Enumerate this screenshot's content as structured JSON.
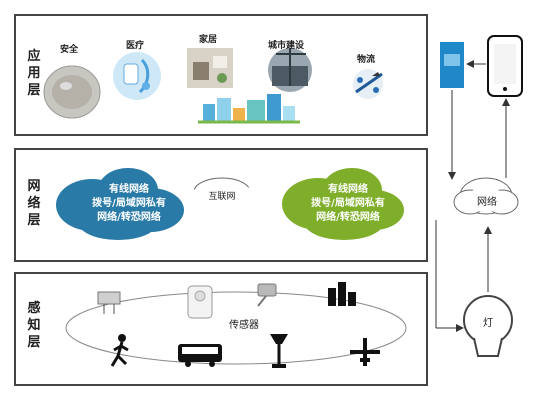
{
  "layers": {
    "application": {
      "label": "应用层",
      "items": [
        "安全",
        "医疗",
        "家居",
        "城市建设",
        "物流"
      ]
    },
    "network": {
      "label": "网络层",
      "left_cloud": [
        "有线网络",
        "拨号/局域网私有",
        "网络/转恐网络"
      ],
      "center_cloud": "互联网",
      "right_cloud": [
        "有线网络",
        "拨号/局域网私有",
        "网络/转恐网络"
      ]
    },
    "perception": {
      "label": "感知层",
      "sensor_label": "传感器"
    }
  },
  "right_panel": {
    "network_label": "网络",
    "lamp_label": "灯"
  },
  "colors": {
    "blue_cloud": "#2a7aa8",
    "green_cloud": "#7fae2a",
    "phone_box": "#1e88c8",
    "border": "#444444"
  }
}
